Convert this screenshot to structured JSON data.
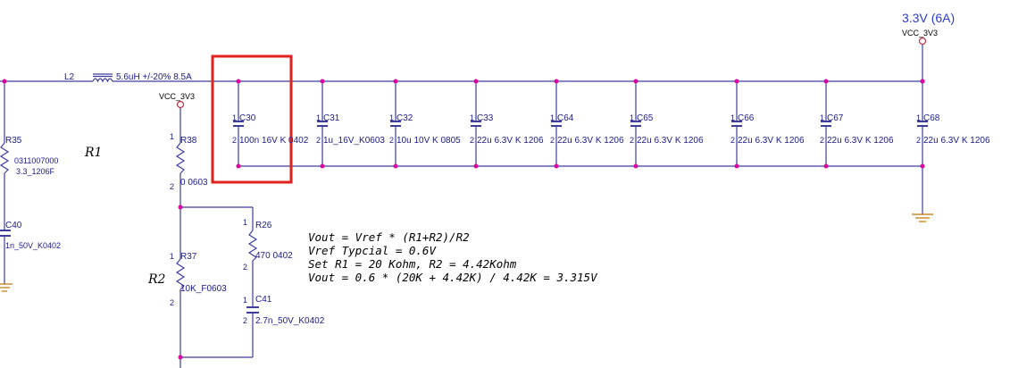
{
  "rail": {
    "voltage_label": "3.3V (6A)",
    "net_top": "VCC_3V3",
    "net_mid": "VCC_3V3"
  },
  "inductor": {
    "ref": "L2",
    "value": "5.6uH +/-20% 8.5A"
  },
  "capacitors": [
    {
      "ref": "C30",
      "value": "100n 16V K 0402"
    },
    {
      "ref": "C31",
      "value": "1u_16V_K0603"
    },
    {
      "ref": "C32",
      "value": "10u 10V K 0805"
    },
    {
      "ref": "C33",
      "value": "22u 6.3V K 1206"
    },
    {
      "ref": "C64",
      "value": "22u 6.3V K 1206"
    },
    {
      "ref": "C65",
      "value": "22u 6.3V K 1206"
    },
    {
      "ref": "C66",
      "value": "22u 6.3V K 1206"
    },
    {
      "ref": "C67",
      "value": "22u 6.3V K 1206"
    },
    {
      "ref": "C68",
      "value": "22u 6.3V K 1206"
    }
  ],
  "left_parts": {
    "r35_ref": "R35",
    "r35_pn": "0311007000",
    "r35_value": "3.3_1206F",
    "c40_ref": "C40",
    "c40_value": "1n_50V_K0402"
  },
  "divider": {
    "r38_ref": "R38",
    "r38_value": "0 0603",
    "r37_ref": "R37",
    "r37_value": "10K_F0603",
    "r26_ref": "R26",
    "r26_value": "470 0402",
    "c41_ref": "C41",
    "c41_value": "2.7n_50V_K0402",
    "r1_label": "R1",
    "r2_label": "R2"
  },
  "pins": {
    "one": "1",
    "two": "2"
  },
  "equations": [
    "Vout = Vref * (R1+R2)/R2",
    "Vref Typcial = 0.6V",
    "Set R1 = 20 Kohm, R2 = 4.42Kohm",
    "Vout = 0.6 * (20K + 4.42K) / 4.42K = 3.315V"
  ],
  "colors": {
    "wire": "#3d3d9e",
    "junction": "#e000a0",
    "highlight": "#e0211c",
    "ground": "#c07000",
    "rail_label": "#2a3ccf"
  }
}
